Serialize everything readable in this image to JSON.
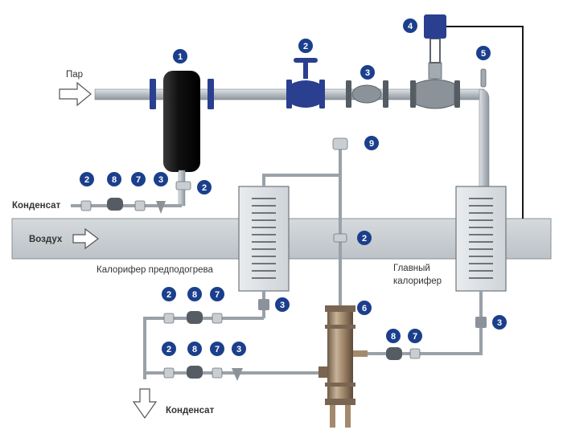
{
  "labels": {
    "steam": "Пар",
    "condensate_top": "Конденсат",
    "air": "Воздух",
    "preheater": "Калорифер предподогрева",
    "main_heater_line1": "Главный",
    "main_heater_line2": "калорифер",
    "condensate_bottom": "Конденсат"
  },
  "badges": {
    "separator": "1",
    "valve_main": "2",
    "strainer_main": "3",
    "actuator": "4",
    "sensor": "5",
    "heat_exchanger": "6",
    "cond_top_valve": "2",
    "cond_top_trap": "8",
    "cond_top_check": "7",
    "cond_top_strainer": "3",
    "separator_drain": "2",
    "vent": "9",
    "vent_valve": "2",
    "pre_strainer": "3",
    "pre_row1_valve": "2",
    "pre_row1_trap": "8",
    "pre_row1_check": "7",
    "pre_row2_valve": "2",
    "pre_row2_trap": "8",
    "pre_row2_check": "7",
    "pre_row2_strainer": "3",
    "main_strainer": "3",
    "hx_trap": "8",
    "hx_check": "7"
  },
  "colors": {
    "badge": "#1b3f8c",
    "pipe": "#b8bec4",
    "pipe_edge": "#7d858c",
    "duct": "#c9ced3",
    "duct_edge": "#8a9197",
    "valve_blue": "#2a3f8f",
    "separator": "#1e1e1e",
    "control_line": "#1a1a1a",
    "hx_body": "#9c8366"
  }
}
